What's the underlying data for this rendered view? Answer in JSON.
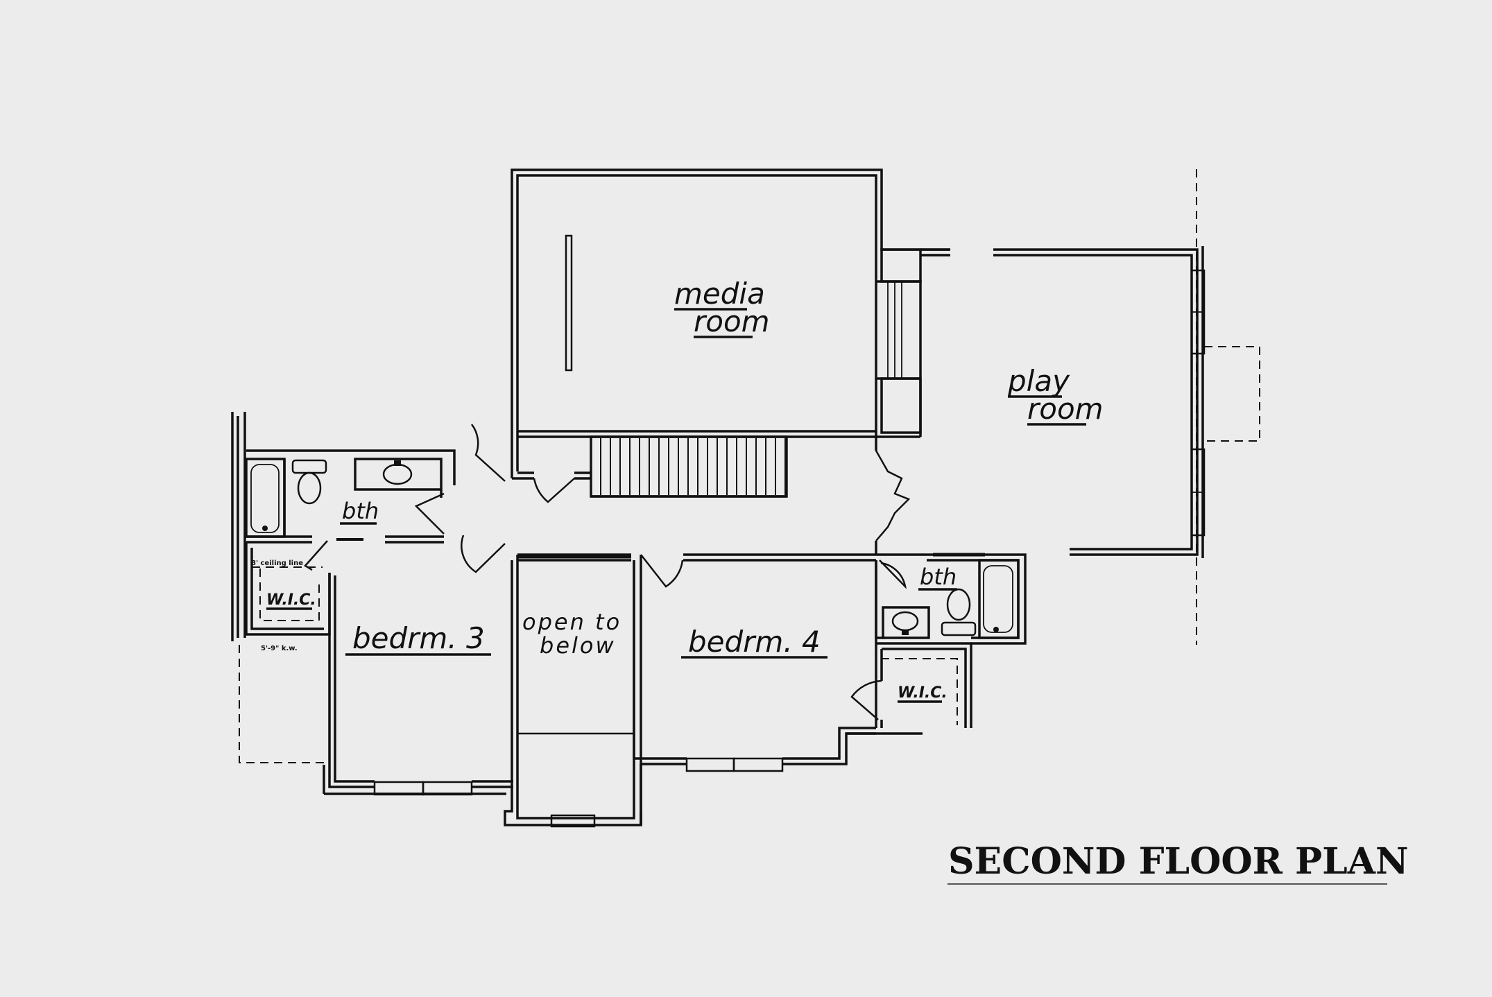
{
  "plan": {
    "title": "SECOND FLOOR PLAN",
    "rooms": {
      "media_line1": "media",
      "media_line2": "room",
      "play_line1": "play",
      "play_line2": "room",
      "bath_left": "bth",
      "bath_right": "bth",
      "bedroom3": "bedrm. 3",
      "bedroom4": "bedrm. 4",
      "open_line1": "open to",
      "open_line2": "below",
      "wic_left": "W.I.C.",
      "wic_right": "W.I.C."
    },
    "notes": {
      "ceiling_line": "8' ceiling line",
      "knee_wall": "5'-9\" k.w."
    }
  }
}
